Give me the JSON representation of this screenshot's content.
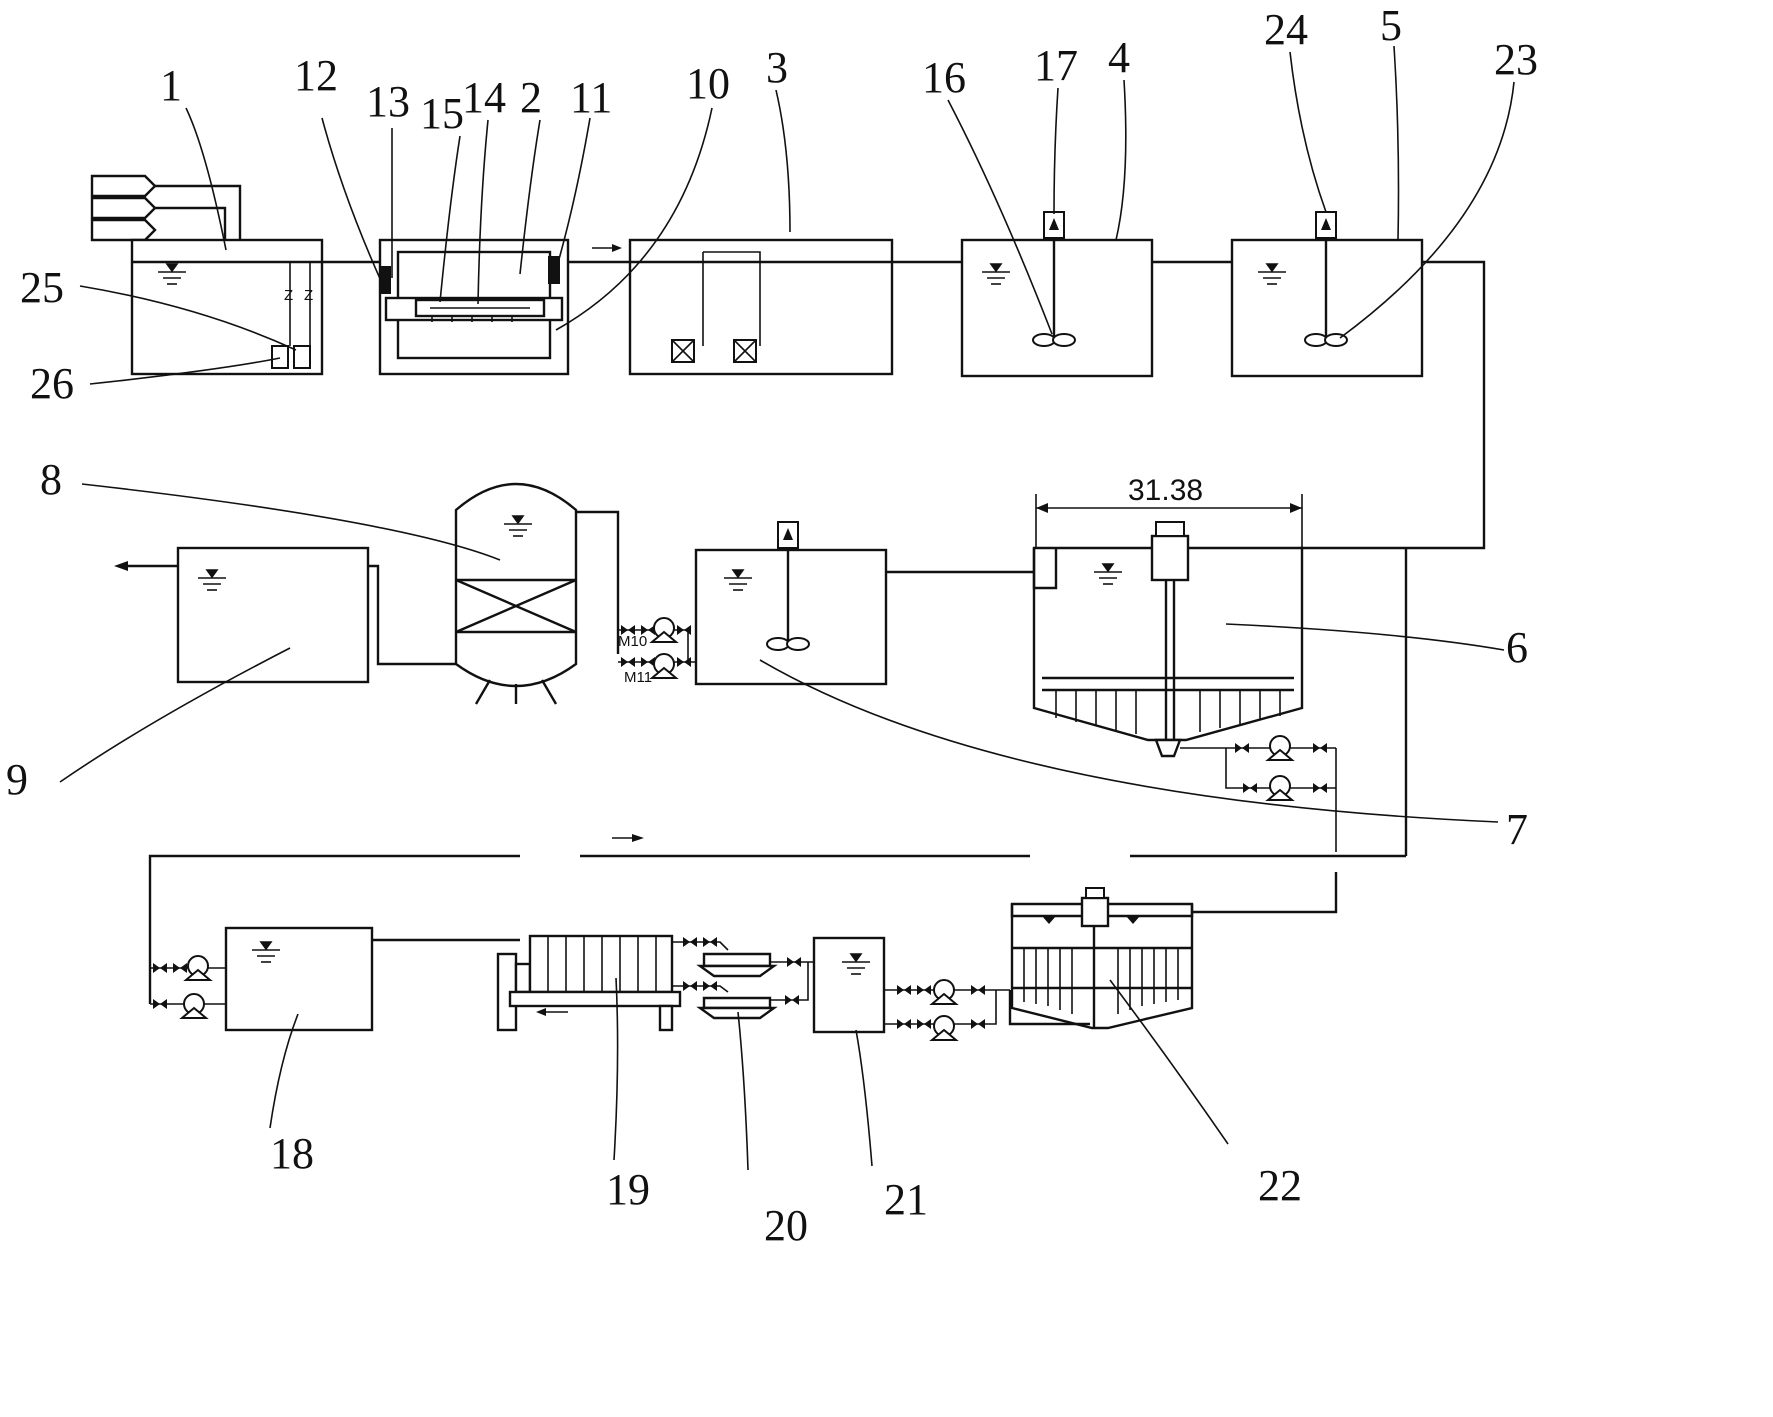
{
  "labels": {
    "n1": "1",
    "n2": "2",
    "n3": "3",
    "n4": "4",
    "n5": "5",
    "n6": "6",
    "n7": "7",
    "n8": "8",
    "n9": "9",
    "n10": "10",
    "n11": "11",
    "n12": "12",
    "n13": "13",
    "n14": "14",
    "n15": "15",
    "n16": "16",
    "n17": "17",
    "n18": "18",
    "n19": "19",
    "n20": "20",
    "n21": "21",
    "n22": "22",
    "n23": "23",
    "n24": "24",
    "n25": "25",
    "n26": "26"
  },
  "dimension": "31.38",
  "pumps": {
    "m10": "M10",
    "m11": "M11"
  }
}
